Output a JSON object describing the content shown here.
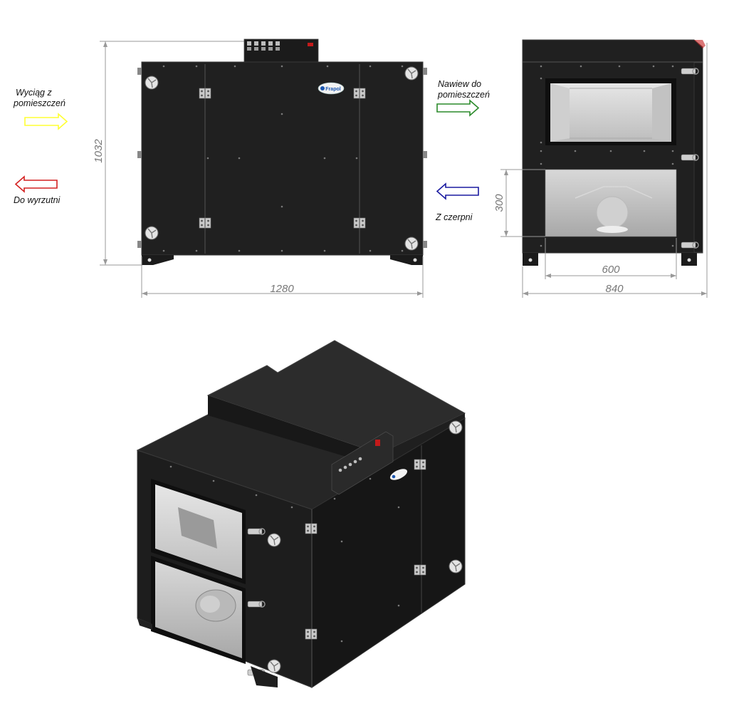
{
  "labels": {
    "extract_line1": "Wyciąg z",
    "extract_line2": "pomieszczeń",
    "exhaust": "Do wyrzutni",
    "supply_line1": "Nawiew do",
    "supply_line2": "pomieszczeń",
    "intake": "Z czerpni",
    "brand": "Frapol"
  },
  "dimensions": {
    "front_width": "1280",
    "front_height": "1032",
    "side_width": "840",
    "duct_width": "600",
    "duct_height": "300"
  },
  "colors": {
    "extract_arrow": "#ffff33",
    "exhaust_arrow": "#d42020",
    "supply_arrow": "#2a8a2a",
    "intake_arrow": "#1a1aa0",
    "body": "#1f1f1f"
  },
  "icons": [
    "arrow-right-icon",
    "arrow-left-icon",
    "fan-icon",
    "latch-icon",
    "hinge-icon",
    "logo-icon"
  ]
}
